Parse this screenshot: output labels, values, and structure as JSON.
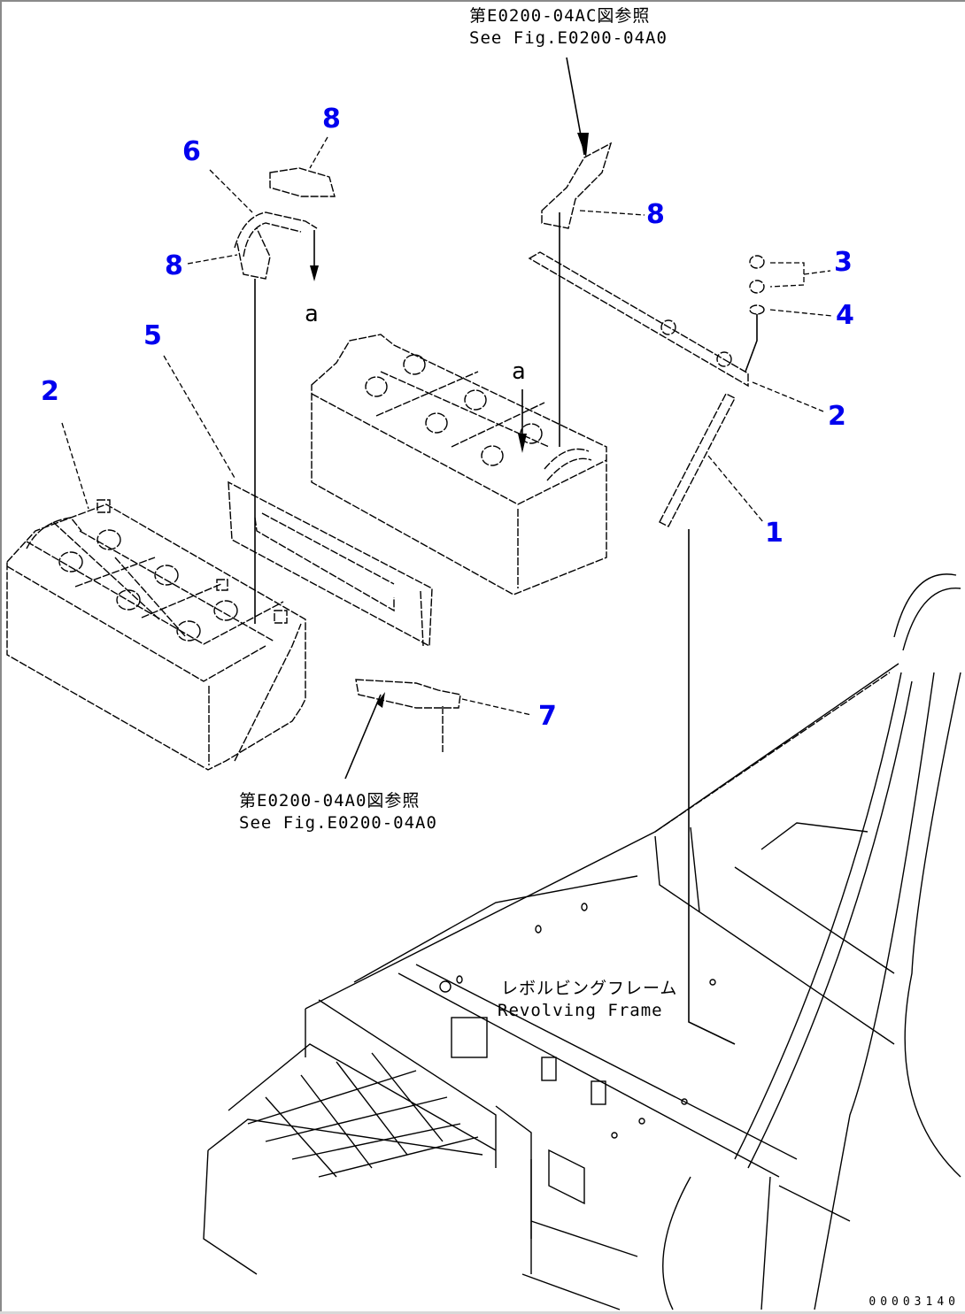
{
  "diagram": {
    "title": "Battery installation exploded parts view",
    "callout_color": "#0000ee",
    "line_color": "#000000",
    "frame_color": "#8a8a8a",
    "callouts": [
      {
        "id": "c1",
        "label": "1",
        "part": "battery hold-down rod"
      },
      {
        "id": "c2a",
        "label": "2",
        "part": "bracket (left battery)"
      },
      {
        "id": "c2b",
        "label": "2",
        "part": "bracket (hold-down bar)"
      },
      {
        "id": "c3",
        "label": "3",
        "part": "nut"
      },
      {
        "id": "c4",
        "label": "4",
        "part": "washer"
      },
      {
        "id": "c5",
        "label": "5",
        "part": "cover plate"
      },
      {
        "id": "c6",
        "label": "6",
        "part": "battery jumper cable"
      },
      {
        "id": "c7",
        "label": "7",
        "part": "cable"
      },
      {
        "id": "c8a",
        "label": "8",
        "part": "terminal cap (top)"
      },
      {
        "id": "c8b",
        "label": "8",
        "part": "terminal cap (left)"
      },
      {
        "id": "c8c",
        "label": "8",
        "part": "terminal cap (right)"
      }
    ],
    "reference_letters": [
      {
        "id": "a1",
        "label": "a"
      },
      {
        "id": "a2",
        "label": "a"
      }
    ],
    "notes": {
      "top_ref_jp": "第E0200-04AC図参照",
      "top_ref_en": "See Fig.E0200-04A0",
      "bottom_ref_jp": "第E0200-04A0図参照",
      "bottom_ref_en": "See Fig.E0200-04A0",
      "frame_jp": "レボルビングフレーム",
      "frame_en": "Revolving Frame"
    },
    "document_number": "00003140"
  }
}
